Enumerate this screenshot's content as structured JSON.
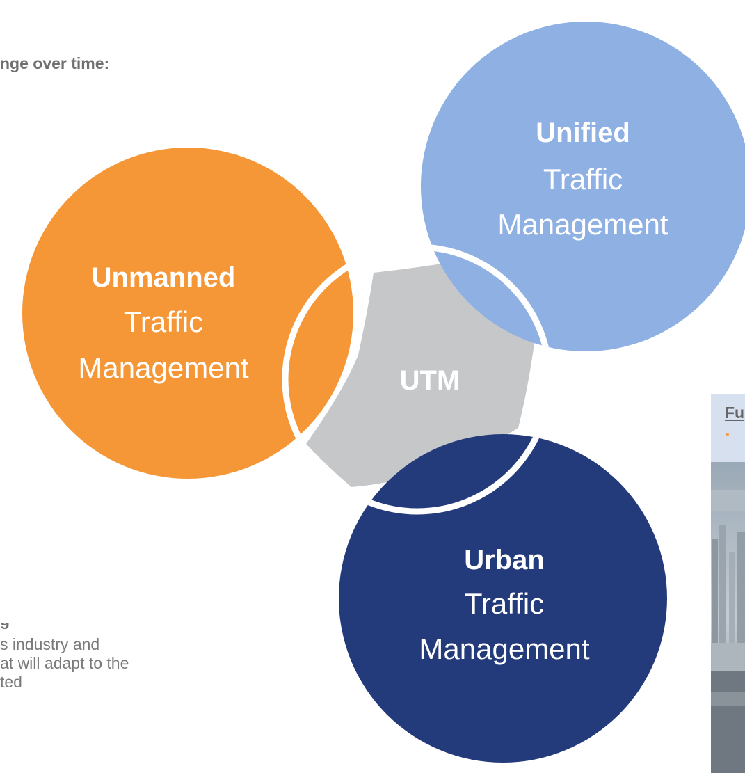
{
  "header_fragment": "nge over time:",
  "circles": {
    "unified": {
      "bold": "Unified",
      "line2": "Traffic",
      "line3": "Management",
      "color": "#8EB0E3"
    },
    "unmanned": {
      "bold": "Unmanned",
      "line2": "Traffic",
      "line3": "Management",
      "color": "#F59737"
    },
    "urban": {
      "bold": "Urban",
      "line2": "Traffic",
      "line3": "Management",
      "color": "#233A7B"
    }
  },
  "center_label": "UTM",
  "center_color": "#C5C7C9",
  "bottom_text": {
    "heading_fragment": "g",
    "lines": [
      "s industry and",
      "at will adapt to the",
      "ted"
    ]
  },
  "side_panel": {
    "title_fragment": "Fu",
    "header_color": "#D7E0EE",
    "bullet_color": "#F0A050",
    "photo_description_icon": "city-skyline-photo"
  }
}
